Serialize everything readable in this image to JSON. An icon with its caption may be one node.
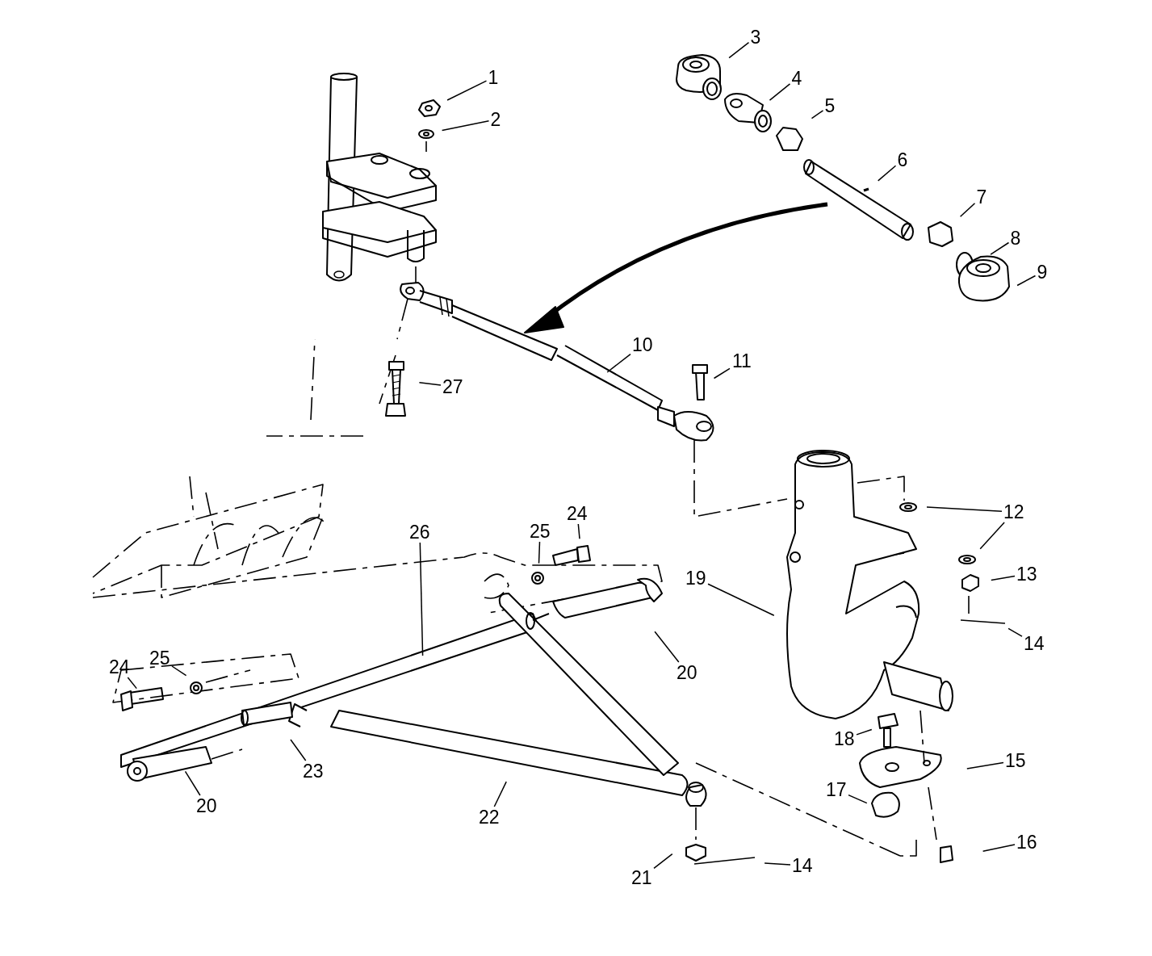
{
  "diagram": {
    "nodes": [
      {
        "text": [
          "1"
        ]
      },
      {
        "text": [
          "2"
        ]
      },
      {
        "text": [
          "3"
        ]
      },
      {
        "text": [
          "4"
        ]
      },
      {
        "text": [
          "5"
        ]
      },
      {
        "text": [
          "6"
        ]
      },
      {
        "text": [
          "7"
        ]
      },
      {
        "text": [
          "8"
        ]
      },
      {
        "text": [
          "9"
        ]
      },
      {
        "text": [
          "10"
        ]
      },
      {
        "text": [
          "11"
        ]
      },
      {
        "text": [
          "27"
        ]
      },
      {
        "text": [
          "12"
        ]
      },
      {
        "text": [
          "13"
        ]
      },
      {
        "text": [
          "19"
        ]
      },
      {
        "text": [
          "26"
        ]
      },
      {
        "text": [
          "25"
        ]
      },
      {
        "text": [
          "24"
        ]
      },
      {
        "text": [
          "14"
        ]
      },
      {
        "text": [
          "24"
        ]
      },
      {
        "text": [
          "25"
        ]
      },
      {
        "text": [
          "20"
        ]
      },
      {
        "text": [
          "18"
        ]
      },
      {
        "text": [
          "15"
        ]
      },
      {
        "text": [
          "20"
        ]
      },
      {
        "text": [
          "23"
        ]
      },
      {
        "text": [
          "22"
        ]
      },
      {
        "text": [
          "17"
        ]
      },
      {
        "text": [
          "16"
        ]
      },
      {
        "text": [
          "21"
        ]
      },
      {
        "text": [
          "14"
        ]
      }
    ],
    "edges": [
      {
        "from": 0,
        "to": null,
        "arrow": "none"
      },
      {
        "from": 1,
        "to": null,
        "arrow": "none"
      },
      {
        "from": 2,
        "to": null,
        "arrow": "none"
      },
      {
        "from": 3,
        "to": null,
        "arrow": "none"
      },
      {
        "from": 4,
        "to": null,
        "arrow": "none"
      },
      {
        "from": 5,
        "to": null,
        "arrow": "none"
      },
      {
        "from": 6,
        "to": null,
        "arrow": "none"
      },
      {
        "from": 7,
        "to": null,
        "arrow": "none"
      },
      {
        "from": 8,
        "to": null,
        "arrow": "none"
      },
      {
        "from": 9,
        "to": null,
        "arrow": "none"
      },
      {
        "from": 10,
        "to": null,
        "arrow": "none"
      },
      {
        "from": 11,
        "to": null,
        "arrow": "none"
      },
      {
        "from": 12,
        "to": null,
        "arrow": "none"
      },
      {
        "from": 12,
        "to": null,
        "arrow": "none"
      },
      {
        "from": 13,
        "to": null,
        "arrow": "none"
      },
      {
        "from": 14,
        "to": null,
        "arrow": "none"
      },
      {
        "from": 15,
        "to": null,
        "arrow": "none"
      },
      {
        "from": 16,
        "to": null,
        "arrow": "none"
      },
      {
        "from": 17,
        "to": null,
        "arrow": "none"
      },
      {
        "from": 18,
        "to": null,
        "arrow": "none"
      },
      {
        "from": 19,
        "to": null,
        "arrow": "none"
      },
      {
        "from": 20,
        "to": null,
        "arrow": "none"
      },
      {
        "from": 21,
        "to": null,
        "arrow": "none"
      },
      {
        "from": 22,
        "to": null,
        "arrow": "none"
      },
      {
        "from": 23,
        "to": null,
        "arrow": "none"
      },
      {
        "from": 24,
        "to": null,
        "arrow": "none"
      },
      {
        "from": 25,
        "to": null,
        "arrow": "none"
      },
      {
        "from": 26,
        "to": null,
        "arrow": "none"
      },
      {
        "from": 27,
        "to": null,
        "arrow": "none"
      },
      {
        "from": 28,
        "to": null,
        "arrow": "none"
      },
      {
        "from": 29,
        "to": null,
        "arrow": "none"
      },
      {
        "from": 30,
        "to": null,
        "arrow": "none"
      }
    ]
  }
}
